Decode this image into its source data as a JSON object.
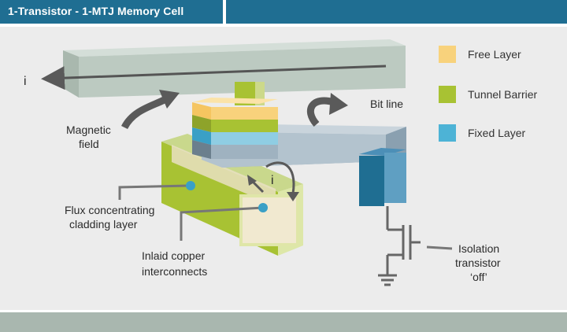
{
  "header": {
    "title": "1-Transistor - 1-MTJ Memory Cell"
  },
  "legend": [
    {
      "label": "Free Layer",
      "color": "#f8d27c"
    },
    {
      "label": "Tunnel Barrier",
      "color": "#a8c233"
    },
    {
      "label": "Fixed Layer",
      "color": "#4db3d6"
    }
  ],
  "labels": {
    "current_top": "i",
    "current_mid": "i",
    "magnetic_field_1": "Magnetic",
    "magnetic_field_2": "field",
    "bit_line": "Bit line",
    "flux_1": "Flux concentrating",
    "flux_2": "cladding layer",
    "copper_1": "Inlaid copper",
    "copper_2": "interconnects",
    "iso_1": "Isolation",
    "iso_2": "transistor",
    "iso_3": "‘off’"
  }
}
